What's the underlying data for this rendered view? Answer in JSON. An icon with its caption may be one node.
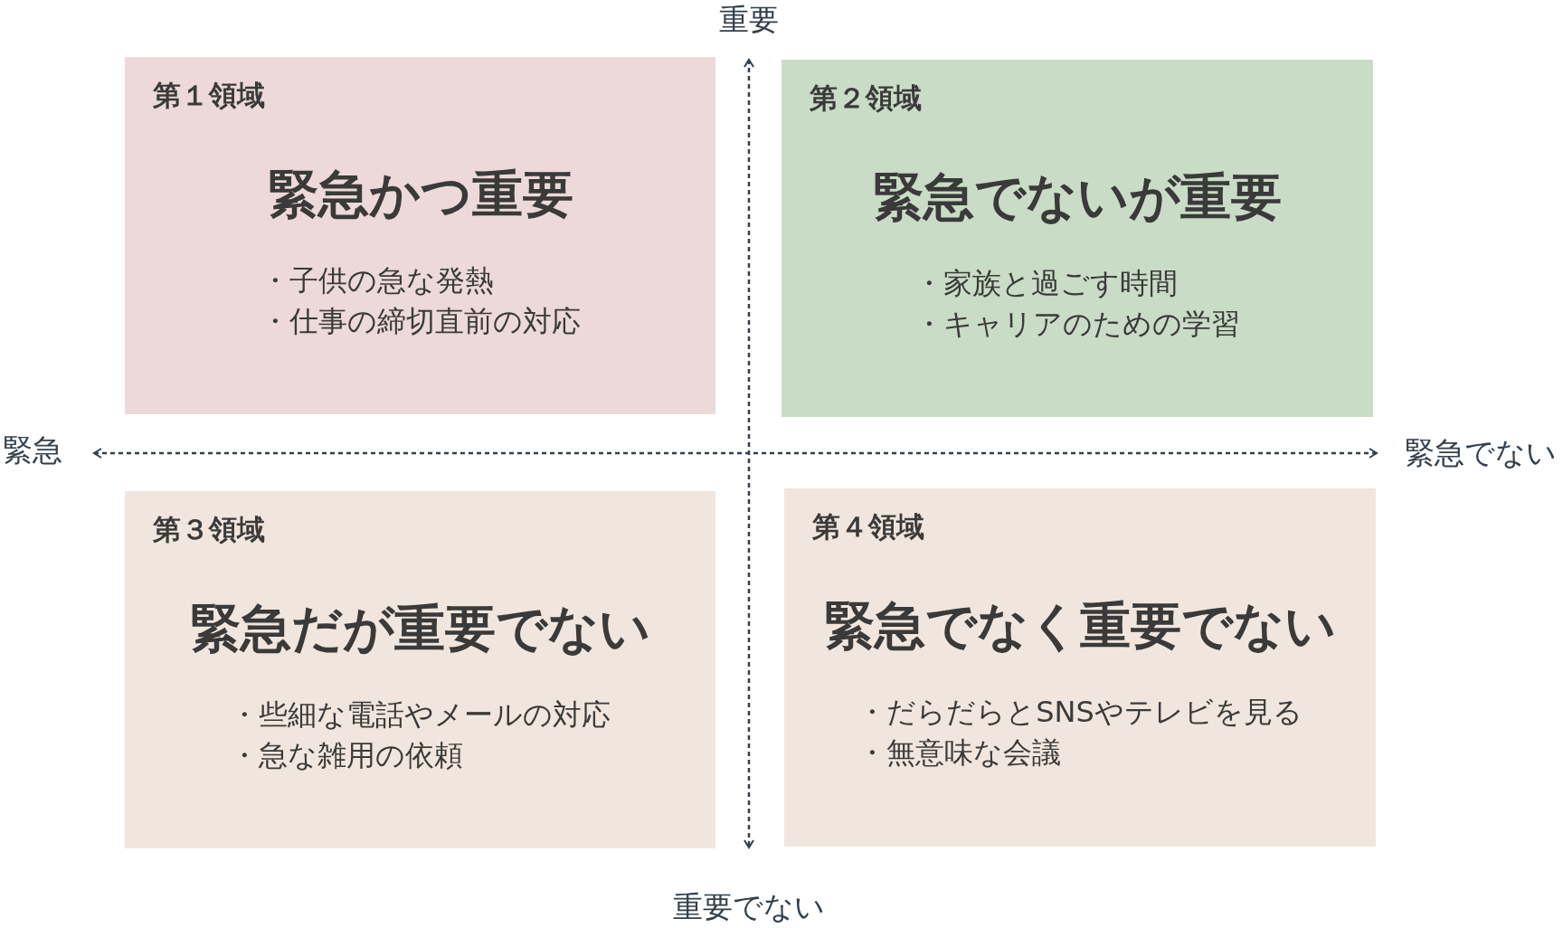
{
  "diagram": {
    "nodes": [
      {
        "text": [
          "第１領域",
          "緊急かつ重要",
          "・子供の急な発熱",
          "・仕事の締切直前の対応"
        ]
      },
      {
        "text": [
          "第２領域",
          "緊急でないが重要",
          "・家族と過ごす時間",
          "・キャリアのための学習"
        ]
      },
      {
        "text": [
          "第３領域",
          "緊急だが重要でない",
          "・些細な電話やメールの対応",
          "・急な雑用の依頼"
        ]
      },
      {
        "text": [
          "第４領域",
          "緊急でなく重要でない",
          "・だらだらとSNSやテレビを見る",
          "・無意味な会議"
        ]
      }
    ],
    "edges": [],
    "labels": [
      "重要",
      "緊急",
      "緊急でない",
      "重要でない"
    ]
  }
}
